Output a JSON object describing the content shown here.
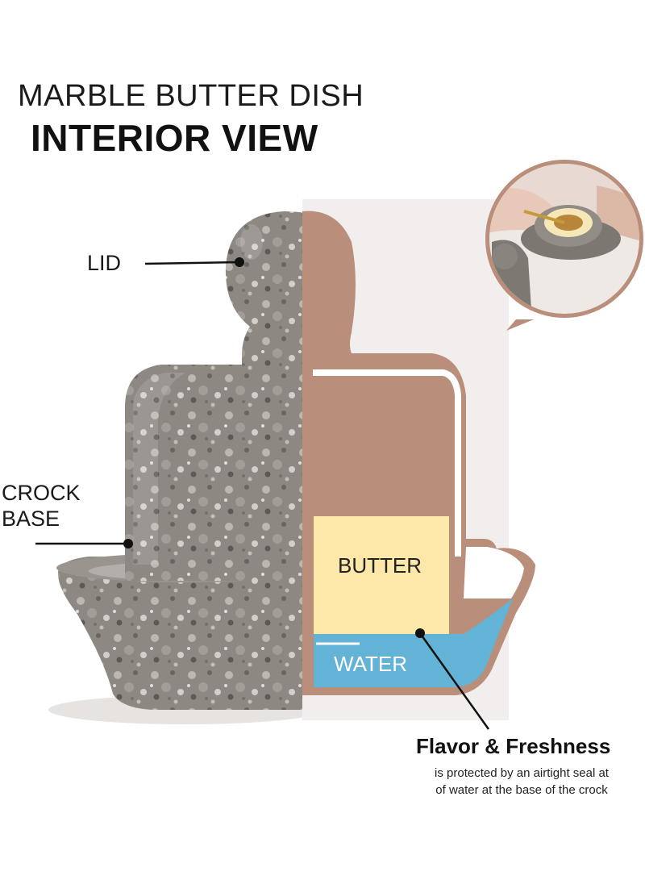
{
  "header": {
    "line1": "MARBLE BUTTER DISH",
    "line2": "INTERIOR VIEW"
  },
  "labels": {
    "lid": "LID",
    "crock_line1": "CROCK",
    "crock_line2": "BASE",
    "butter": "BUTTER",
    "water": "WATER"
  },
  "callout": {
    "heading": "Flavor & Freshness",
    "body_line1": "is protected by an airtight seal at",
    "body_line2": "of water at the base of the crock"
  },
  "colors": {
    "marble": "#8d8782",
    "cutaway_brown": "#b98e7a",
    "panel": "#f2eeee",
    "butter": "#fde7a9",
    "water": "#62b3d6"
  }
}
